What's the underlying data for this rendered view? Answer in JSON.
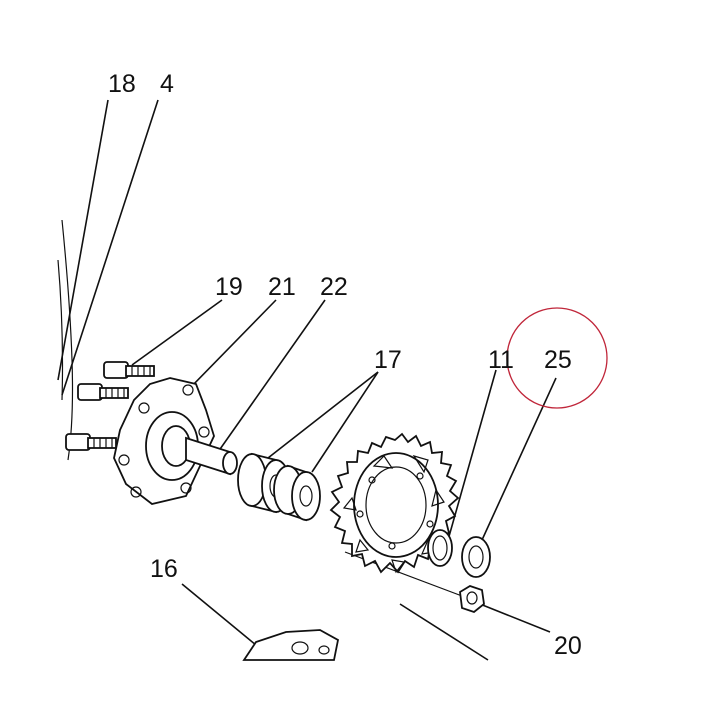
{
  "labels": {
    "l18": "18",
    "l4": "4",
    "l19": "19",
    "l21": "21",
    "l22": "22",
    "l17": "17",
    "l11": "11",
    "l25": "25",
    "l16": "16",
    "l20": "20"
  },
  "colors": {
    "line": "#111111",
    "highlight_circle": "#c0263a",
    "background": "#ffffff"
  },
  "highlighted_part": "25"
}
